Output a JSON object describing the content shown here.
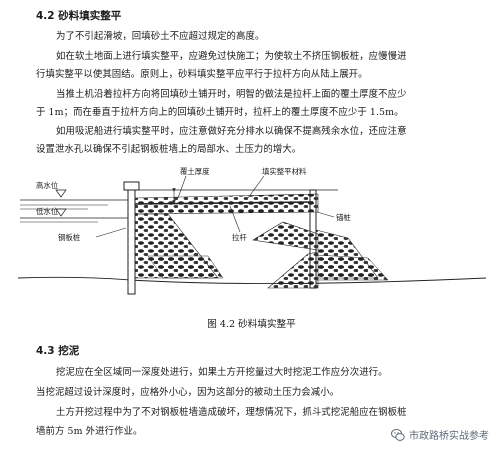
{
  "section_42": {
    "heading": "4.2   砂料填实整平",
    "paragraphs": [
      "为了不引起滑坡，回填砂土不应超过规定的高度。",
      "如在软土地面上进行填实整平，应避免过快施工；为使软土不挤压钢板桩，应慢慢进",
      "行填实整平以使其固结。原则上，砂料填实整平应平行于拉杆方向从陆上展开。",
      "当推土机沿着拉杆方向将回填砂土铺开时，明智的做法是拉杆上面的覆土厚度不应少",
      "于 1m；而在垂直于拉杆方向上的回填砂土铺开时，拉杆上的覆土厚度不应少于 1.5m。",
      "如用吸泥船进行填实整平时，应注意做好充分排水以确保不提高残余水位，还应注意",
      "设置泄水孔以确保不引起钢板桩墙上的局部水、土压力的增大。"
    ]
  },
  "figure": {
    "labels": {
      "cover_thickness": "覆土厚度",
      "fill_material": "填实整平材料",
      "high_water": "高水位",
      "low_water": "低水位",
      "sheet_pile": "钢板桩",
      "tie_rod": "拉杆",
      "anchor_pile": "锚桩"
    },
    "caption": "图  4.2    砂料填实整平"
  },
  "section_43": {
    "heading": "4.3   挖泥",
    "paragraphs": [
      "挖泥应在全区域同一深度处进行，如果土方开挖量过大时挖泥工作应分次进行。",
      "当挖泥超过设计深度时，应格外小心，因为这部分的被动土压力会减小。",
      "土方开挖过程中为了不对钢板桩墙造成破坏，理想情况下，抓斗式挖泥船应在钢板桩",
      "墙前方 5m 外进行作业。"
    ]
  },
  "watermark": {
    "text": "市政路桥实战参考",
    "icon": "wechat-icon"
  }
}
